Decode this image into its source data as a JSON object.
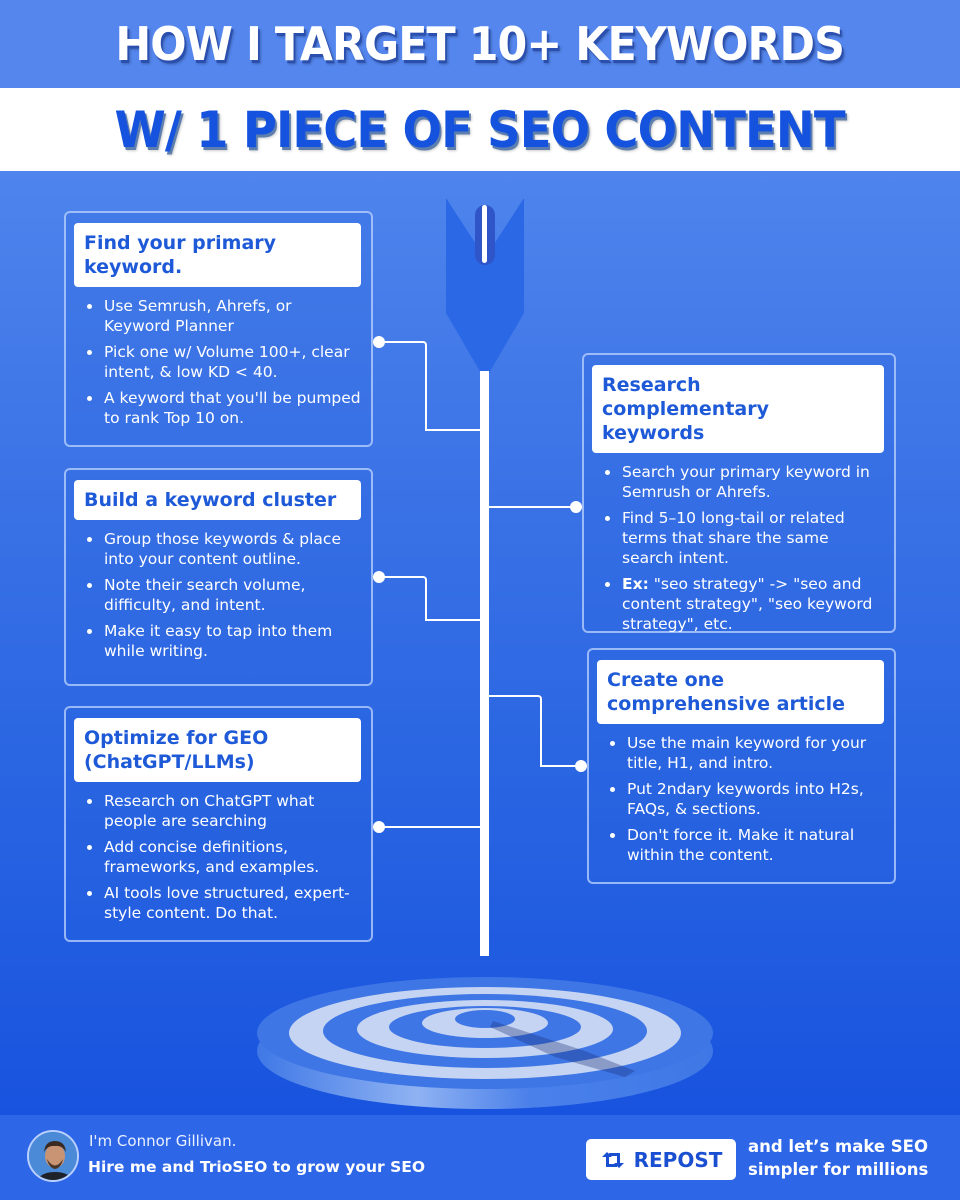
{
  "header": {
    "title_line1": "HOW I TARGET 10+ KEYWORDS",
    "title_line2": "W/ 1 PIECE OF SEO CONTENT"
  },
  "steps": [
    {
      "title": "Find your primary keyword.",
      "bullets": [
        "Use Semrush, Ahrefs, or Keyword Planner",
        "Pick one w/ Volume 100+, clear intent, & low KD < 40.",
        "A keyword that you'll be pumped to rank Top 10 on."
      ]
    },
    {
      "title": "Research complementary keywords",
      "bullets": [
        "Search your primary keyword in Semrush or Ahrefs.",
        "Find 5–10 long-tail or related terms that share the same search intent.",
        "\"seo strategy\" -> \"seo and content strategy\", \"seo keyword strategy\", etc."
      ],
      "example_label": "Ex:"
    },
    {
      "title": "Build a keyword cluster",
      "bullets": [
        "Group those keywords & place into your content outline.",
        "Note their search volume, difficulty, and intent.",
        "Make it easy to tap into them while writing."
      ]
    },
    {
      "title": "Create one comprehensive article",
      "bullets": [
        "Use the main keyword for your title, H1, and intro.",
        "Put 2ndary keywords into H2s, FAQs, & sections.",
        "Don't force it. Make it natural within the content."
      ]
    },
    {
      "title": "Optimize for GEO (ChatGPT/LLMs)",
      "bullets": [
        "Research on ChatGPT what people are searching",
        "Add concise definitions, frameworks, and examples.",
        "AI tools love structured, expert-style content. Do that."
      ]
    }
  ],
  "illustration": {
    "arrow_icon": "arrow-icon",
    "target_icon": "target-icon"
  },
  "footer": {
    "intro": "I'm Connor Gillivan.",
    "pitch": "Hire me and TrioSEO to grow your SEO",
    "repost_label": "REPOST",
    "repost_icon": "repost-icon",
    "cta_line1": "and let’s make SEO",
    "cta_line2": "simpler for millions"
  },
  "colors": {
    "header_blue": "#5486ee",
    "title_blue": "#1552dd",
    "background_top": "#4e84ec",
    "background_bottom": "#1853df",
    "card_title_text": "#1e5ad8",
    "footer_bg": "#2e66e8"
  }
}
